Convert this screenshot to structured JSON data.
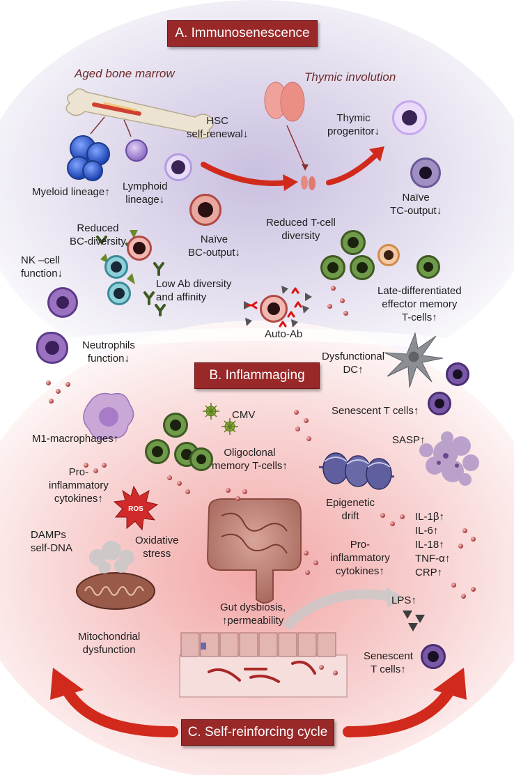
{
  "sections": {
    "a_title": "A. Immunosenescence",
    "b_title": "B. Inflammaging",
    "c_title": "C. Self-reinforcing cycle"
  },
  "headings": {
    "aged_bone_marrow": "Aged bone marrow",
    "thymic_involution": "Thymic involution"
  },
  "labels": {
    "hsc": [
      "HSC",
      "self-renewal↓"
    ],
    "thymic_progenitor": [
      "Thymic",
      "progenitor↓"
    ],
    "myeloid": "Myeloid lineage↑",
    "lymphoid": [
      "Lymphoid",
      "lineage↓"
    ],
    "naive_tc": [
      "Naïve",
      "TC-output↓"
    ],
    "reduced_bc": [
      "Reduced",
      "BC-diversity"
    ],
    "naive_bc": [
      "Naïve",
      "BC-output↓"
    ],
    "reduced_tcell": [
      "Reduced T-cell",
      "diversity"
    ],
    "nk": [
      "NK –cell",
      "function↓"
    ],
    "low_ab": [
      "Low Ab diversity",
      "and affinity"
    ],
    "late_diff": [
      "Late-differentiated",
      "effector memory",
      "T-cells↑"
    ],
    "auto_ab": "Auto-Ab",
    "neutrophils": [
      "Neutrophils",
      "function↓"
    ],
    "dysfunctional_dc": [
      "Dysfunctional",
      "DC↑"
    ],
    "m1": "M1-macrophages↑",
    "cmv": "CMV",
    "senescent_t_top": "Senescent T cells↑",
    "sasp": "SASP↑",
    "oligoclonal": [
      "Oligoclonal",
      "memory T-cells↑"
    ],
    "pro_inflam_left": [
      "Pro-",
      "inflammatory",
      "cytokines↑"
    ],
    "ros": "ROS",
    "epigenetic": [
      "Epigenetic",
      "drift"
    ],
    "cytokine_list": [
      "IL-1β↑",
      "IL-6↑",
      "IL-18↑",
      "TNF-α↑",
      "CRP↑"
    ],
    "damps": [
      "DAMPs",
      "self-DNA"
    ],
    "oxidative": [
      "Oxidative",
      "stress"
    ],
    "pro_inflam_right": [
      "Pro-",
      "inflammatory",
      "cytokines↑"
    ],
    "lps": "LPS↑",
    "gut": [
      "Gut dysbiosis,",
      "↑permeability"
    ],
    "mito": [
      "Mitochondrial",
      "dysfunction"
    ],
    "senescent_t_bottom": [
      "Senescent",
      "T cells↑"
    ]
  },
  "colors": {
    "banner": "#992828",
    "arrow": "#d12a1c",
    "naive_t": "#a68bd8",
    "b_cell": "#b8413c",
    "myeloid": "#2f5bc2",
    "nk": "#7b4fa8",
    "memory_t": "#6e9a4a",
    "senescent_t": "#5b3a8a",
    "cytokine_dot": "#b43a3a"
  }
}
